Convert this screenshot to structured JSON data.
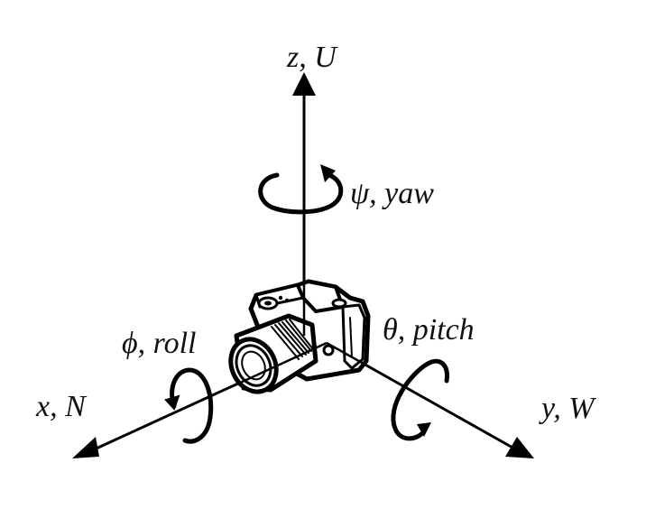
{
  "diagram": {
    "title": "Camera orientation axes",
    "axes": {
      "z": {
        "label": "z, U"
      },
      "x": {
        "label": "x, N"
      },
      "y": {
        "label": "y, W"
      }
    },
    "rotations": {
      "yaw": {
        "label": "ψ, yaw"
      },
      "roll": {
        "label": "ϕ, roll"
      },
      "pitch": {
        "label": "θ, pitch"
      }
    },
    "center_object": "camera"
  }
}
